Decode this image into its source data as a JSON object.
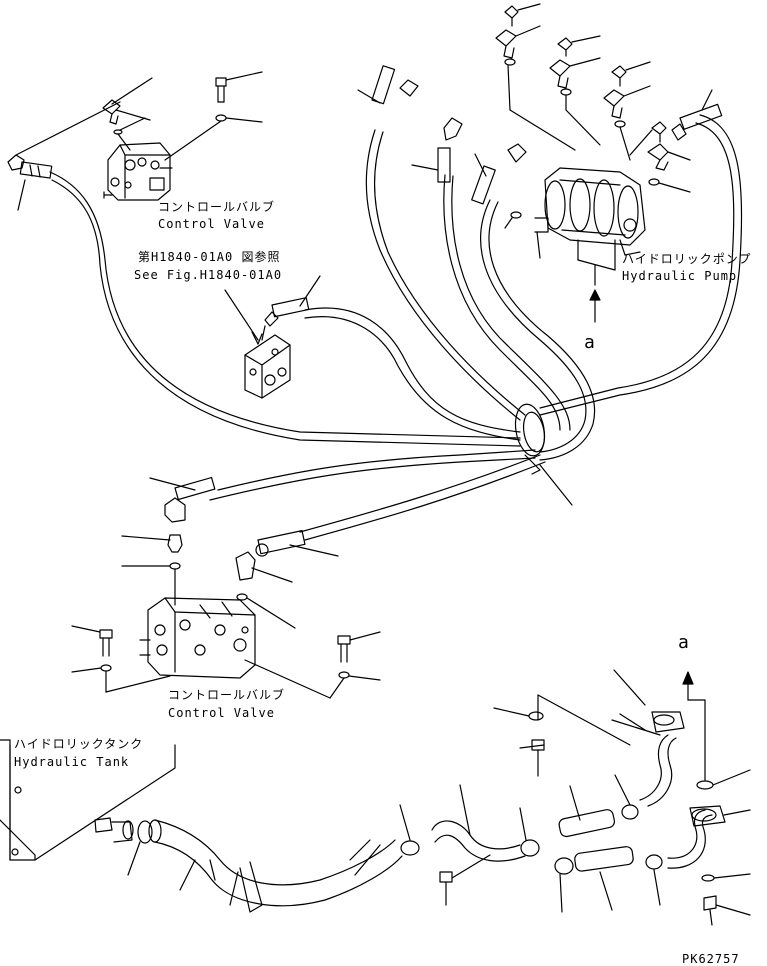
{
  "labels": {
    "control_valve_top_jp": "コントロールバルブ",
    "control_valve_top_en": "Control Valve",
    "ref_jp": "第H1840-01A0 図参照",
    "ref_en": "See Fig.H1840-01A0",
    "pump_jp": "ハイドロリックポンプ",
    "pump_en": "Hydraulic Pump",
    "arrow_a1": "a",
    "control_valve_mid_jp": "コントロールバルブ",
    "control_valve_mid_en": "Control Valve",
    "tank_jp": "ハイドロリックタンク",
    "tank_en": "Hydraulic Tank",
    "arrow_a2": "a",
    "drawing_no": "PK62757"
  }
}
